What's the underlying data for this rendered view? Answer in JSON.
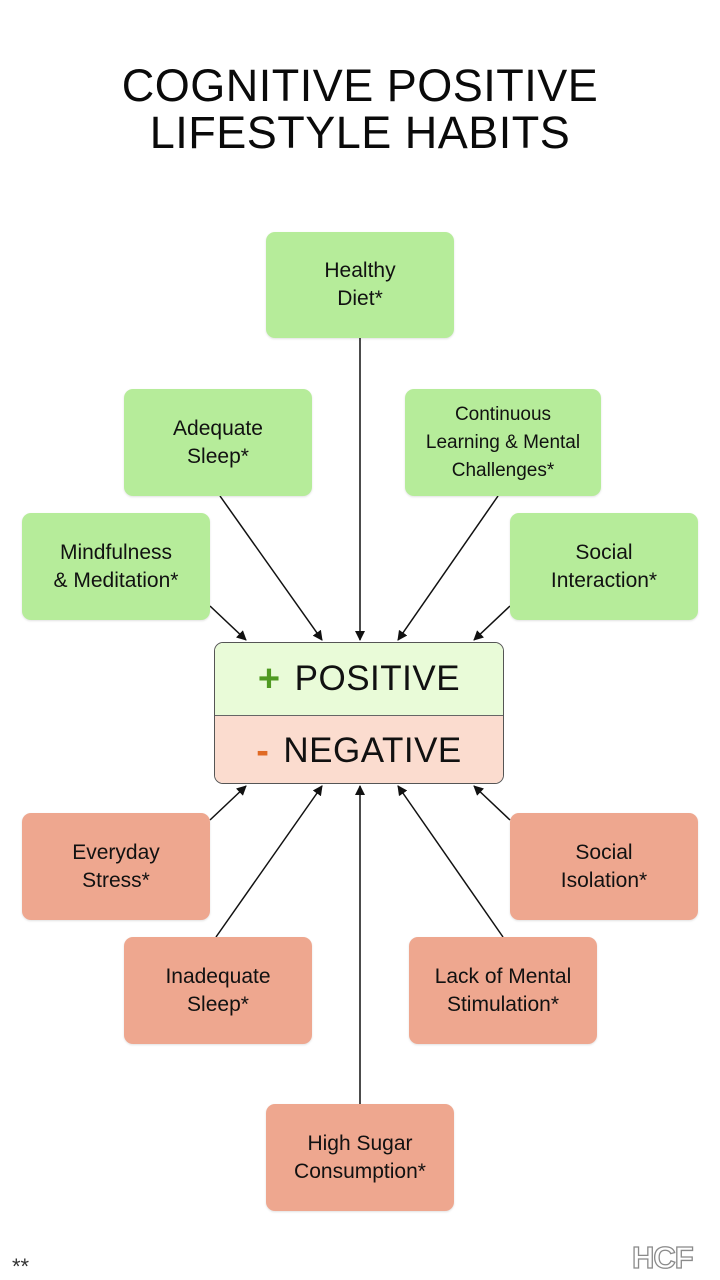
{
  "title": {
    "line1": "COGNITIVE POSITIVE",
    "line2": "LIFESTYLE HABITS"
  },
  "positive_habits": [
    {
      "label": "Healthy\nDiet*"
    },
    {
      "label": "Adequate\nSleep*"
    },
    {
      "label": "Continuous\nLearning & Mental\nChallenges*"
    },
    {
      "label": "Mindfulness\n& Meditation*"
    },
    {
      "label": "Social\nInteraction*"
    }
  ],
  "negative_habits": [
    {
      "label": "Everyday\nStress*"
    },
    {
      "label": "Social\nIsolation*"
    },
    {
      "label": "Inadequate\nSleep*"
    },
    {
      "label": "Lack of Mental\nStimulation*"
    },
    {
      "label": "High Sugar\nConsumption*"
    }
  ],
  "center": {
    "positive_sign": "+",
    "positive_label": "POSITIVE",
    "negative_sign": "-",
    "negative_label": "NEGATIVE"
  },
  "colors": {
    "positive_box": "#b6ec9a",
    "negative_box": "#eea78f",
    "positive_sign": "#4f9a22",
    "negative_sign": "#e06a24"
  },
  "footnote": "**",
  "logo": "HCF"
}
